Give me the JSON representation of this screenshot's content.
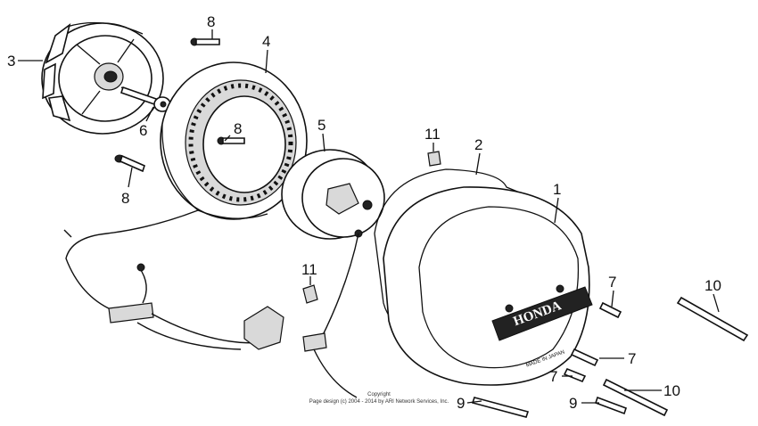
{
  "callouts": {
    "c1": "1",
    "c2": "2",
    "c3": "3",
    "c4": "4",
    "c5": "5",
    "c6": "6",
    "c7a": "7",
    "c7b": "7",
    "c7c": "7",
    "c8a": "8",
    "c8b": "8",
    "c8c": "8",
    "c9a": "9",
    "c9b": "9",
    "c10a": "10",
    "c10b": "10",
    "c11a": "11",
    "c11b": "11"
  },
  "cover_logo": "HONDA",
  "cover_subtext": "MADE IN JAPAN",
  "copyright": {
    "line1": "Copyright",
    "line2": "Page design (c) 2004 - 2014 by ARI Network Services, Inc."
  }
}
